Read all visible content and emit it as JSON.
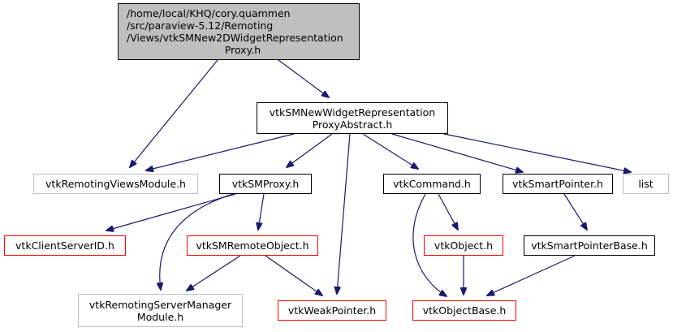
{
  "diagram": {
    "type": "include-dependency-graph",
    "edge_color": "#191970",
    "nodes": {
      "root": {
        "lines": [
          "/home/local/KHQ/cory.quammen",
          "/src/paraview-5.12/Remoting",
          "/Views/vtkSMNew2DWidgetRepresentation",
          "Proxy.h"
        ],
        "style": "root"
      },
      "abstract": {
        "lines": [
          "vtkSMNewWidgetRepresentation",
          "ProxyAbstract.h"
        ],
        "style": "normal"
      },
      "views_module": {
        "lines": [
          "vtkRemotingViewsModule.h"
        ],
        "style": "external"
      },
      "smproxy": {
        "lines": [
          "vtkSMProxy.h"
        ],
        "style": "normal"
      },
      "command": {
        "lines": [
          "vtkCommand.h"
        ],
        "style": "normal"
      },
      "smart_pointer": {
        "lines": [
          "vtkSmartPointer.h"
        ],
        "style": "normal"
      },
      "list": {
        "lines": [
          "list"
        ],
        "style": "external"
      },
      "client_server_id": {
        "lines": [
          "vtkClientServerID.h"
        ],
        "style": "truncated"
      },
      "remote_object": {
        "lines": [
          "vtkSMRemoteObject.h"
        ],
        "style": "truncated"
      },
      "object": {
        "lines": [
          "vtkObject.h"
        ],
        "style": "truncated"
      },
      "smart_pointer_base": {
        "lines": [
          "vtkSmartPointerBase.h"
        ],
        "style": "normal"
      },
      "server_manager_module": {
        "lines": [
          "vtkRemotingServerManager",
          "Module.h"
        ],
        "style": "external"
      },
      "weak_pointer": {
        "lines": [
          "vtkWeakPointer.h"
        ],
        "style": "truncated"
      },
      "object_base": {
        "lines": [
          "vtkObjectBase.h"
        ],
        "style": "truncated"
      }
    },
    "edges": [
      {
        "from": "root",
        "to": "views_module"
      },
      {
        "from": "root",
        "to": "abstract"
      },
      {
        "from": "abstract",
        "to": "views_module"
      },
      {
        "from": "abstract",
        "to": "smproxy"
      },
      {
        "from": "abstract",
        "to": "weak_pointer"
      },
      {
        "from": "abstract",
        "to": "command"
      },
      {
        "from": "abstract",
        "to": "smart_pointer"
      },
      {
        "from": "abstract",
        "to": "list"
      },
      {
        "from": "smproxy",
        "to": "client_server_id"
      },
      {
        "from": "smproxy",
        "to": "server_manager_module"
      },
      {
        "from": "smproxy",
        "to": "remote_object"
      },
      {
        "from": "remote_object",
        "to": "server_manager_module"
      },
      {
        "from": "remote_object",
        "to": "weak_pointer"
      },
      {
        "from": "command",
        "to": "object_base"
      },
      {
        "from": "command",
        "to": "object"
      },
      {
        "from": "object",
        "to": "object_base"
      },
      {
        "from": "smart_pointer",
        "to": "smart_pointer_base"
      },
      {
        "from": "smart_pointer_base",
        "to": "object_base"
      }
    ]
  }
}
